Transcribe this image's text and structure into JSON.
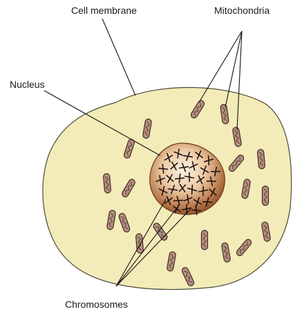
{
  "labels": {
    "cell_membrane": "Cell membrane",
    "mitochondria": "Mitochondria",
    "nucleus": "Nucleus",
    "chromosomes": "Chromosomes"
  },
  "colors": {
    "cytoplasm": "#f3ebb8",
    "membrane_outline": "#4a4a3a",
    "nucleus_light": "#f6e4cf",
    "nucleus_dark": "#8a4a22",
    "mitochondrion_fill": "#b89080",
    "mitochondrion_stroke": "#3a2a22",
    "chromosome": "#1c1410",
    "leader_line": "#111111"
  }
}
